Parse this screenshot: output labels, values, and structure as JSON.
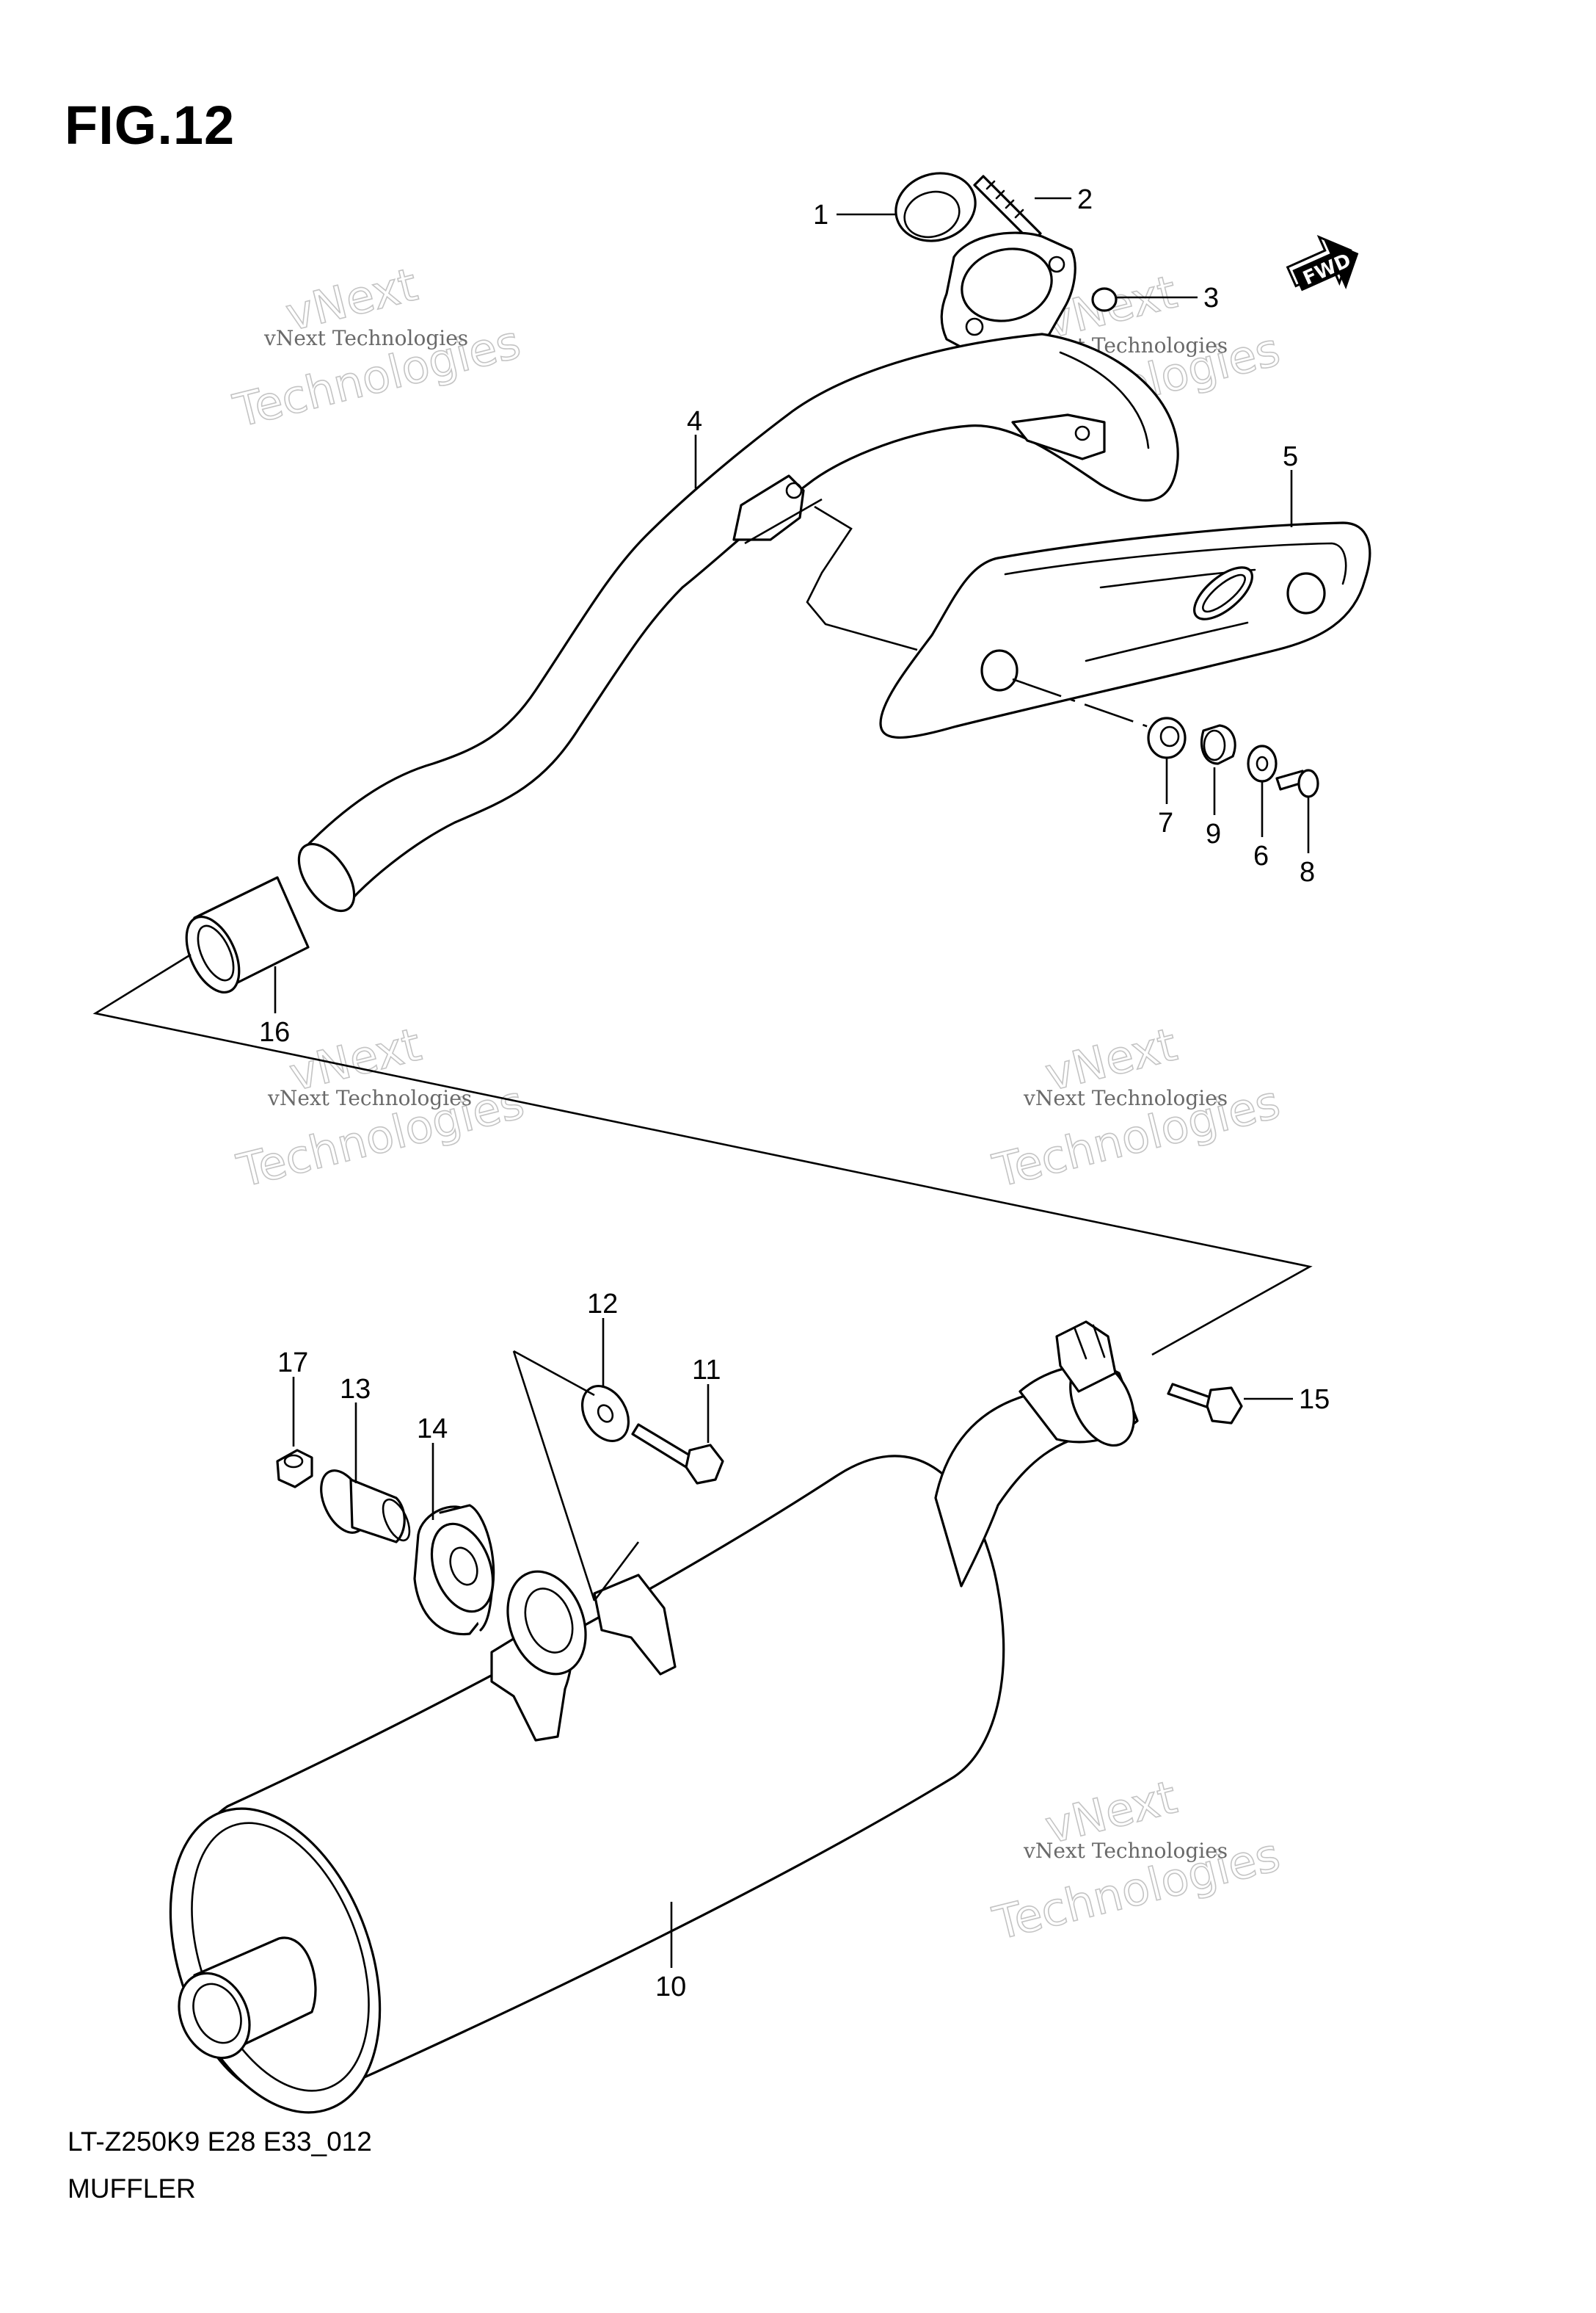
{
  "figure": {
    "title": "FIG.12",
    "code": "LT-Z250K9 E28 E33_012",
    "name": "MUFFLER"
  },
  "direction_marker": {
    "label": "FWD",
    "icon": "fwd-arrow-icon"
  },
  "watermark": {
    "line1": "vNext Technologies",
    "line2a": "vNext",
    "line2b": "Technologies"
  },
  "callouts": [
    {
      "id": "c1",
      "label": "1"
    },
    {
      "id": "c2",
      "label": "2"
    },
    {
      "id": "c3",
      "label": "3"
    },
    {
      "id": "c4",
      "label": "4"
    },
    {
      "id": "c5",
      "label": "5"
    },
    {
      "id": "c6",
      "label": "6"
    },
    {
      "id": "c7",
      "label": "7"
    },
    {
      "id": "c8",
      "label": "8"
    },
    {
      "id": "c9",
      "label": "9"
    },
    {
      "id": "c10",
      "label": "10"
    },
    {
      "id": "c11",
      "label": "11"
    },
    {
      "id": "c12",
      "label": "12"
    },
    {
      "id": "c13",
      "label": "13"
    },
    {
      "id": "c14",
      "label": "14"
    },
    {
      "id": "c15",
      "label": "15"
    },
    {
      "id": "c16",
      "label": "16"
    },
    {
      "id": "c17",
      "label": "17"
    }
  ]
}
